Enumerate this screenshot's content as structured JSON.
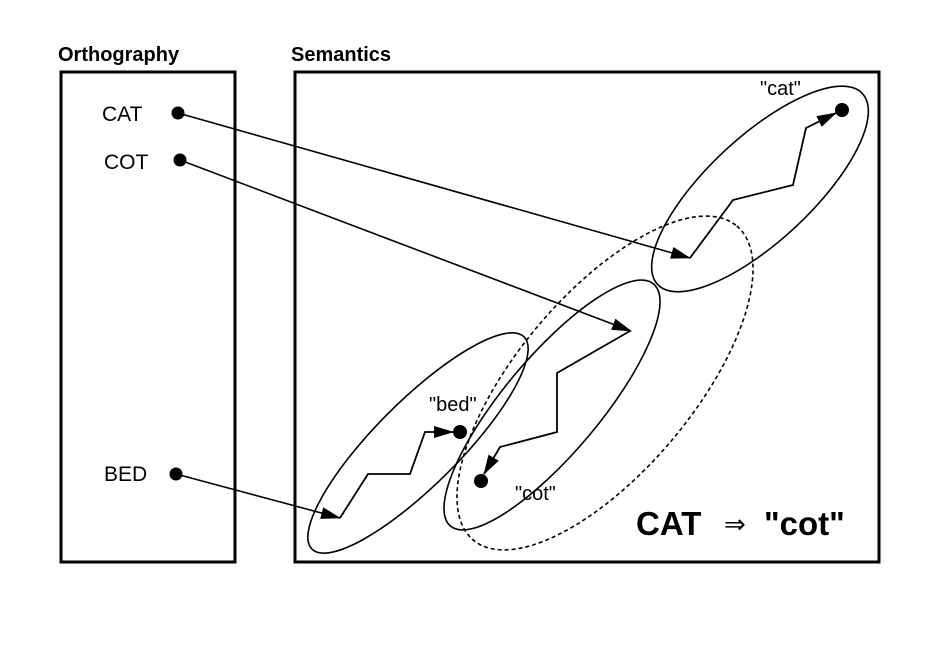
{
  "panels": {
    "orthography": {
      "title": "Orthography"
    },
    "semantics": {
      "title": "Semantics"
    }
  },
  "orthography_words": [
    {
      "id": "cat",
      "label": "CAT"
    },
    {
      "id": "cot",
      "label": "COT"
    },
    {
      "id": "bed",
      "label": "BED"
    }
  ],
  "semantic_attractors": [
    {
      "id": "cat",
      "label": "\"cat\""
    },
    {
      "id": "cot",
      "label": "\"cot\""
    },
    {
      "id": "bed",
      "label": "\"bed\""
    }
  ],
  "caption": {
    "source": "CAT",
    "symbol": "⇒",
    "target": "\"cot\""
  },
  "colors": {
    "ink": "#000000",
    "background": "#ffffff"
  }
}
